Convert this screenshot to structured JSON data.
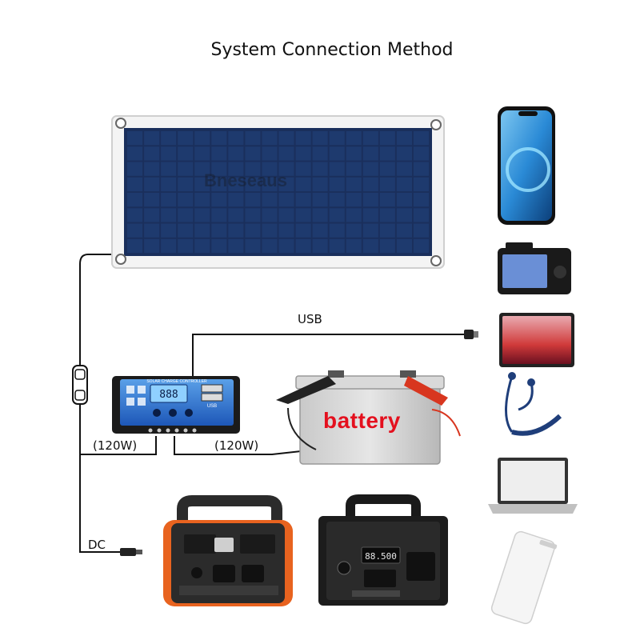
{
  "title": "System Connection Method",
  "labels": {
    "usb": "USB",
    "dc": "DC",
    "power_left": "(120W)",
    "power_right": "(120W)",
    "battery": "battery",
    "panel_brand": "Bneseaus"
  },
  "controller": {
    "header": "SOLAR CHARGE CONTROLLER",
    "display": "888",
    "usb": "USB"
  },
  "station_right": {
    "display": "88.500"
  },
  "colors": {
    "line": "#111111",
    "battery_text": "#e4101e",
    "panel_cell": "#1e3a6e",
    "station_accent": "#e8631f",
    "controller_screen": "#2f6fd0"
  },
  "devices": [
    {
      "name": "smartphone-icon"
    },
    {
      "name": "camera-icon"
    },
    {
      "name": "tablet-icon"
    },
    {
      "name": "earphones-icon"
    },
    {
      "name": "laptop-icon"
    },
    {
      "name": "power-bank-icon"
    }
  ]
}
